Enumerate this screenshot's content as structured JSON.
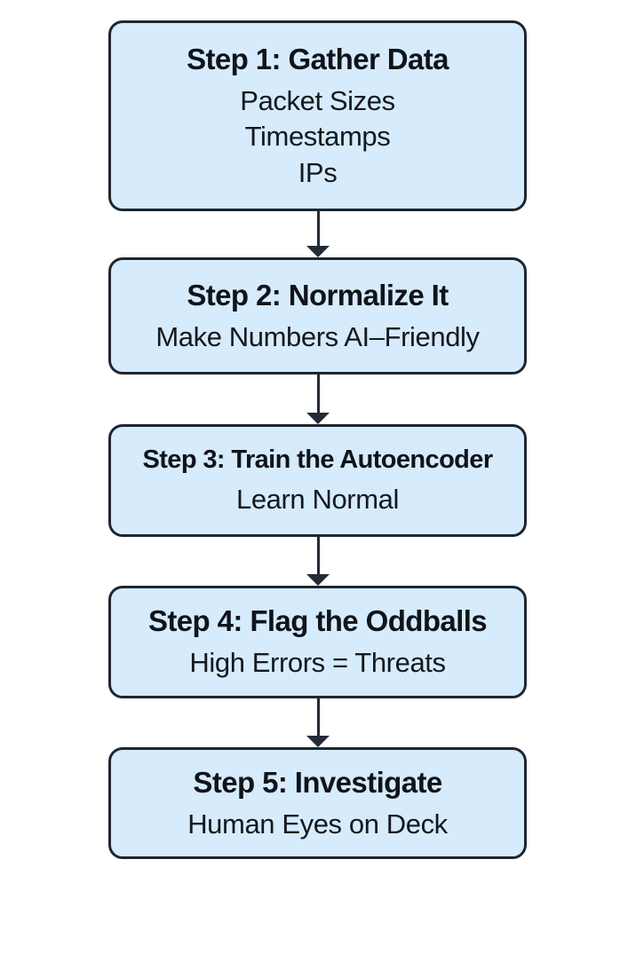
{
  "flowchart": {
    "steps": [
      {
        "title": "Step 1: Gather Data",
        "details": [
          "Packet Sizes",
          "Timestamps",
          "IPs"
        ]
      },
      {
        "title": "Step 2: Normalize It",
        "details": [
          "Make Numbers AI–Friendly"
        ]
      },
      {
        "title": "Step 3: Train the Autoencoder",
        "details": [
          "Learn Normal"
        ]
      },
      {
        "title": "Step 4: Flag the Oddballs",
        "details": [
          "High Errors = Threats"
        ]
      },
      {
        "title": "Step 5: Investigate",
        "details": [
          "Human Eyes on Deck"
        ]
      }
    ],
    "colors": {
      "box_fill": "#d6ebfb",
      "box_border": "#1e2630",
      "arrow": "#222b36",
      "text": "#10131a",
      "background": "#ffffff"
    }
  }
}
